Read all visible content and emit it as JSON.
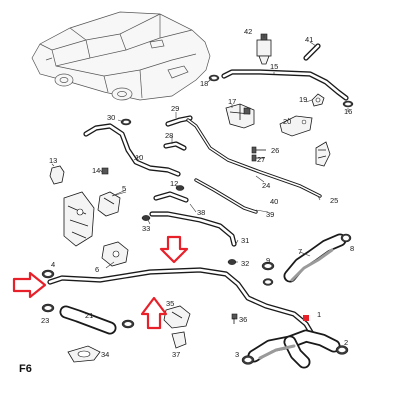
{
  "figure_label": "F6",
  "callouts": {
    "n1": "1",
    "n2": "2",
    "n3": "3",
    "n4": "4",
    "n5": "5",
    "n6": "6",
    "n7": "7",
    "n8": "8",
    "n9": "9",
    "n10": "10",
    "n12": "12",
    "n13": "13",
    "n14": "14",
    "n15": "15",
    "n16": "16",
    "n17": "17",
    "n18": "18",
    "n19": "19",
    "n20": "20",
    "n21": "21",
    "n23": "23",
    "n24": "24",
    "n25": "25",
    "n26": "26",
    "n27": "27",
    "n28": "28",
    "n29": "29",
    "n30": "30",
    "n31": "31",
    "n32": "32",
    "n33": "33",
    "n34": "34",
    "n35": "35",
    "n36": "36",
    "n37": "37",
    "n38": "38",
    "n39": "39",
    "n40": "40",
    "n41": "41",
    "n42": "42"
  },
  "highlight": {
    "arrow_color": "#e8202a",
    "marker_color": "#e8202a"
  }
}
